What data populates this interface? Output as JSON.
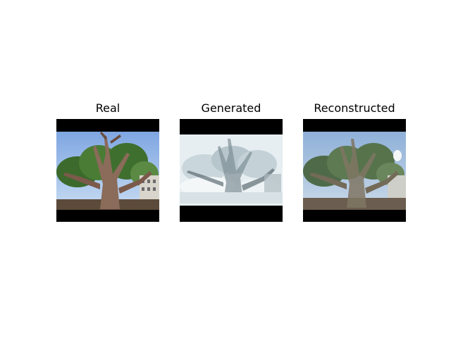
{
  "panels": [
    {
      "title": "Real"
    },
    {
      "title": "Generated"
    },
    {
      "title": "Reconstructed"
    }
  ],
  "colors": {
    "letterbox": "#000000",
    "real_sky": "#9cc2ec",
    "real_trunk": "#7b5a4b",
    "generated_base": "#e3ecef",
    "reconstructed_sky": "#a8c3dd"
  }
}
